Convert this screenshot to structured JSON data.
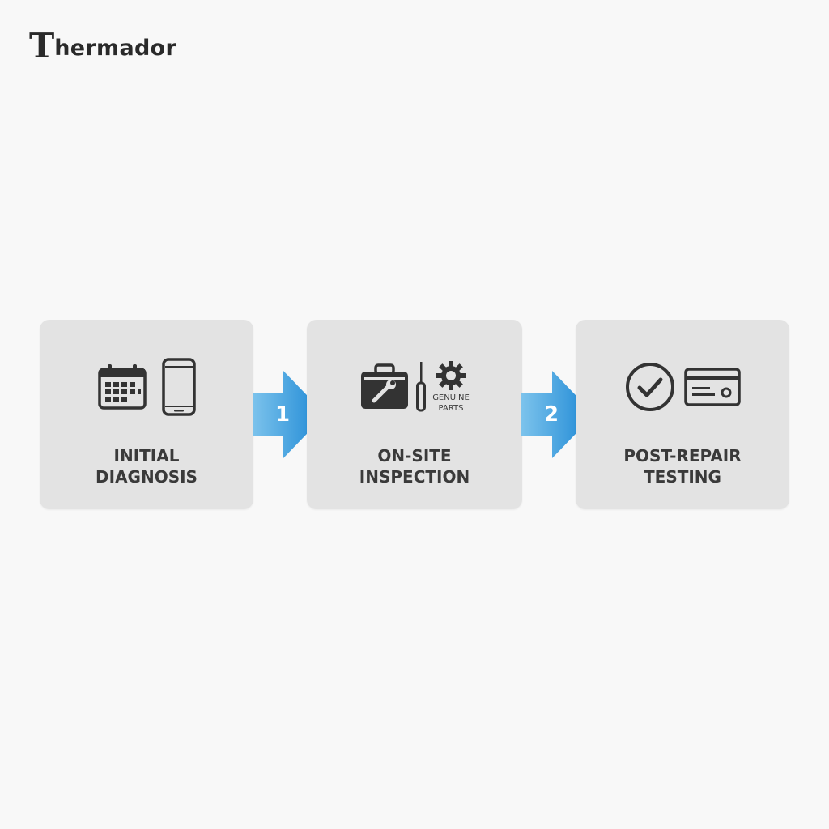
{
  "brand": {
    "mark": "T",
    "text": "hermador"
  },
  "steps": [
    {
      "label_line1": "INITIAL",
      "label_line2": "DIAGNOSIS",
      "icons": [
        "calendar-icon",
        "smartphone-icon"
      ]
    },
    {
      "label_line1": "ON-SITE",
      "label_line2": "INSPECTION",
      "icons": [
        "toolbox-icon",
        "screwdriver-icon",
        "gear-icon"
      ],
      "parts_line1": "GENUINE",
      "parts_line2": "PARTS"
    },
    {
      "label_line1": "POST-REPAIR",
      "label_line2": "TESTING",
      "icons": [
        "check-circle-icon",
        "credit-card-icon"
      ]
    }
  ],
  "connectors": [
    {
      "number": "1"
    },
    {
      "number": "2"
    }
  ],
  "colors": {
    "background": "#f8f8f8",
    "card": "#e3e3e3",
    "icon": "#333333",
    "arrow_light": "#7cc3ec",
    "arrow_dark": "#1a86d4"
  }
}
